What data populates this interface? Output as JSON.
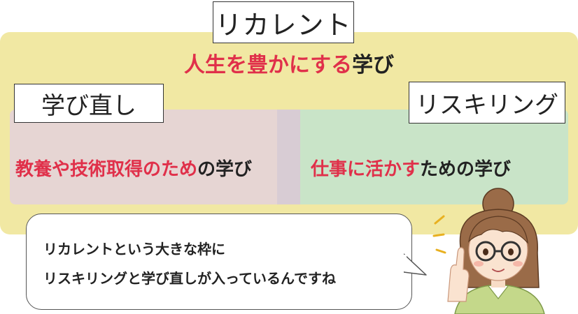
{
  "title": "リカレント",
  "subtitle": {
    "highlight": "人生を豊かにする",
    "rest": "学び"
  },
  "left": {
    "label": "学び直し",
    "text_highlight": "教養や技術取得のため",
    "text_rest": "の学び"
  },
  "right": {
    "label": "リスキリング",
    "text_highlight": "仕事に活かす",
    "text_rest": "ための学び"
  },
  "speech_bubble": {
    "line1": "リカレントという大きな枠に",
    "line2": "リスキリングと学び直しが入っているんですね"
  },
  "colors": {
    "outer_panel": "#f1e8a3",
    "left_panel": "#e6d5d3",
    "right_panel": "#c9e4c8",
    "highlight_red": "#e0304a"
  },
  "icons": [
    "woman-pointing-illustration"
  ]
}
